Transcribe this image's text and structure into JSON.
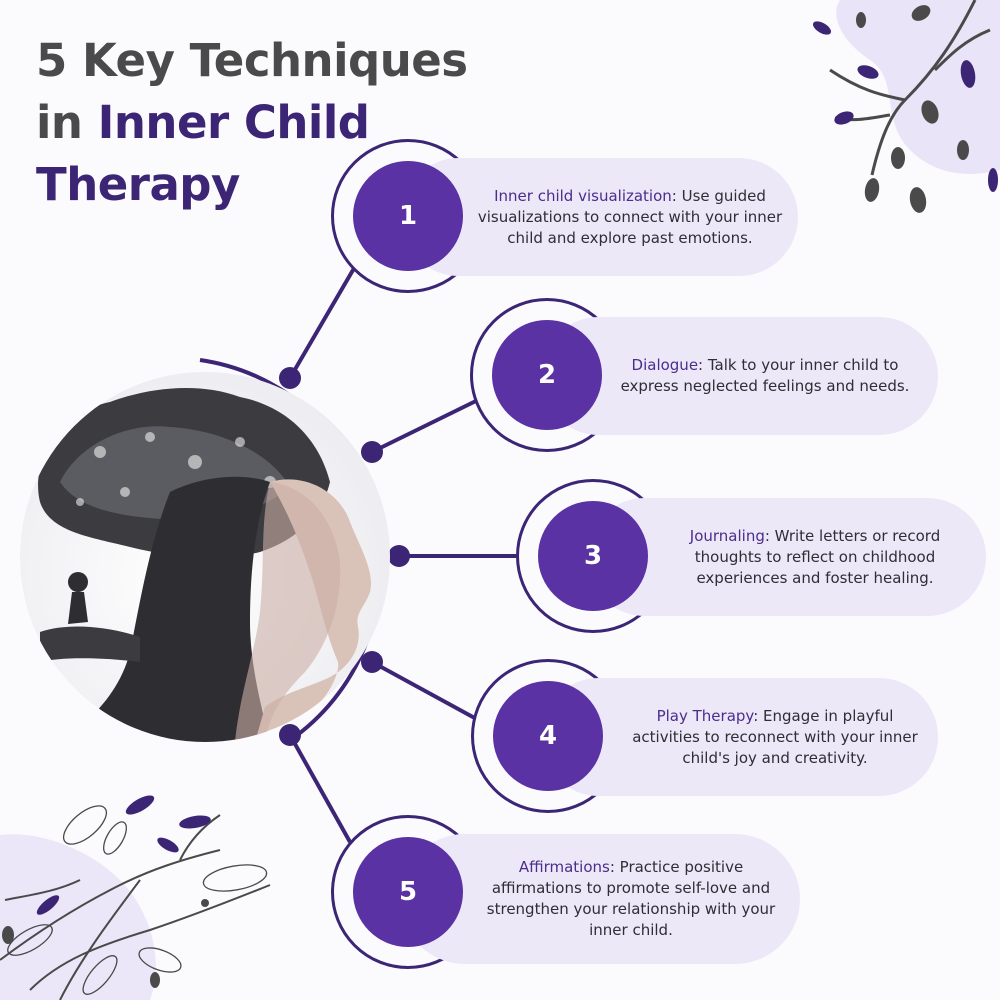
{
  "title": {
    "line1": "5 Key Techniques",
    "line2_prefix": "in ",
    "line2_highlight": "Inner Child",
    "line3": "Therapy"
  },
  "colors": {
    "primary": "#5a32a3",
    "dark_purple": "#3d2576",
    "pill_bg": "#ece8f8",
    "text": "#2e2e35"
  },
  "techniques": [
    {
      "number": "1",
      "lead": "Inner child visualization",
      "text": ": Use guided visualizations to connect with your inner child and explore past emotions."
    },
    {
      "number": "2",
      "lead": "Dialogue",
      "text": ": Talk to your inner child to express neglected feelings and needs."
    },
    {
      "number": "3",
      "lead": "Journaling",
      "text": ": Write letters or record thoughts to reflect on childhood experiences and foster healing."
    },
    {
      "number": "4",
      "lead": "Play Therapy",
      "text": ": Engage in playful activities to reconnect with your inner child's joy and creativity."
    },
    {
      "number": "5",
      "lead": "Affirmations",
      "text": ": Practice positive affirmations to promote self-love and strengthen your relationship with your inner child."
    }
  ],
  "image": {
    "icon": "woman-tree-double-exposure-illustration"
  },
  "decorations": {
    "top_right": "leaf-branch-icon",
    "bottom_left": "leaf-branch-icon"
  }
}
